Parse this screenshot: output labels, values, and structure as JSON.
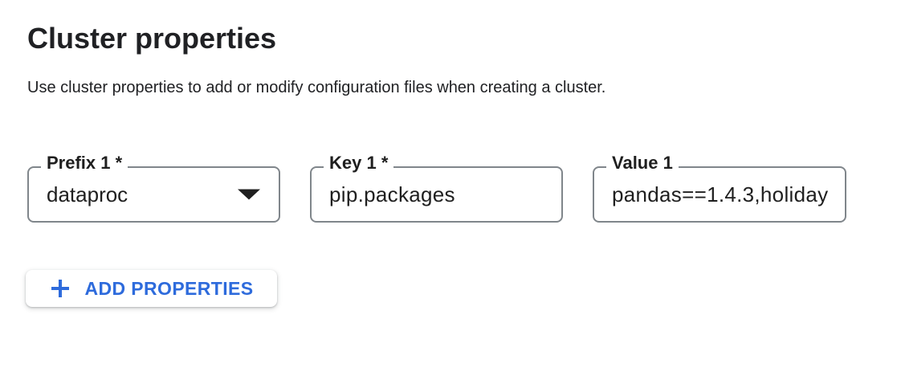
{
  "header": {
    "title": "Cluster properties",
    "description": "Use cluster properties to add or modify configuration files when creating a cluster."
  },
  "fields": {
    "prefix": {
      "label": "Prefix 1 *",
      "value": "dataproc",
      "type": "dropdown",
      "required": true
    },
    "key": {
      "label": "Key 1 *",
      "value": "pip.packages",
      "type": "text",
      "required": true
    },
    "value": {
      "label": "Value 1",
      "value": "pandas==1.4.3,holiday",
      "type": "text",
      "required": false
    }
  },
  "actions": {
    "add_properties": {
      "label": "ADD PROPERTIES",
      "icon": "plus-icon"
    }
  },
  "colors": {
    "accent_blue": "#2e6bdc",
    "text_primary": "#202124",
    "field_border": "#80868b",
    "background": "#ffffff"
  }
}
